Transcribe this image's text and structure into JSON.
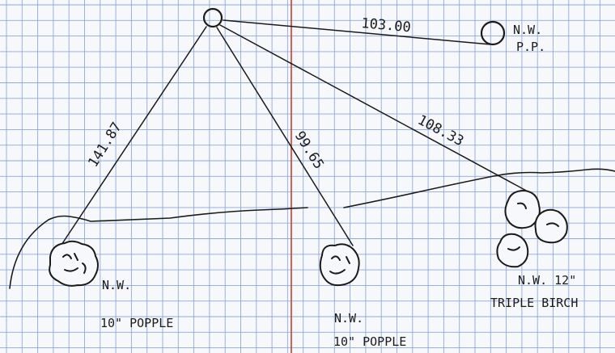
{
  "sheet": {
    "grid_color": "#8fa9d8",
    "margin_line_color": "#d23a2a",
    "ink_color": "#1a1a1a",
    "paper_color": "#f7f8fb"
  },
  "measurements": {
    "np_distance": "103.00",
    "left_tree_distance": "141.87",
    "middle_tree_distance": "99.65",
    "right_tree_distance": "108.33"
  },
  "labels": {
    "np_line1": "N.W.",
    "np_line2": "P.P.",
    "left_tree_line1": "N.W.",
    "left_tree_line2": "10\" POPPLE",
    "middle_tree_line1": "N.W.",
    "middle_tree_line2": "10\" POPPLE",
    "right_tree_line1": "N.W. 12\"",
    "right_tree_line2": "TRIPLE BIRCH"
  }
}
